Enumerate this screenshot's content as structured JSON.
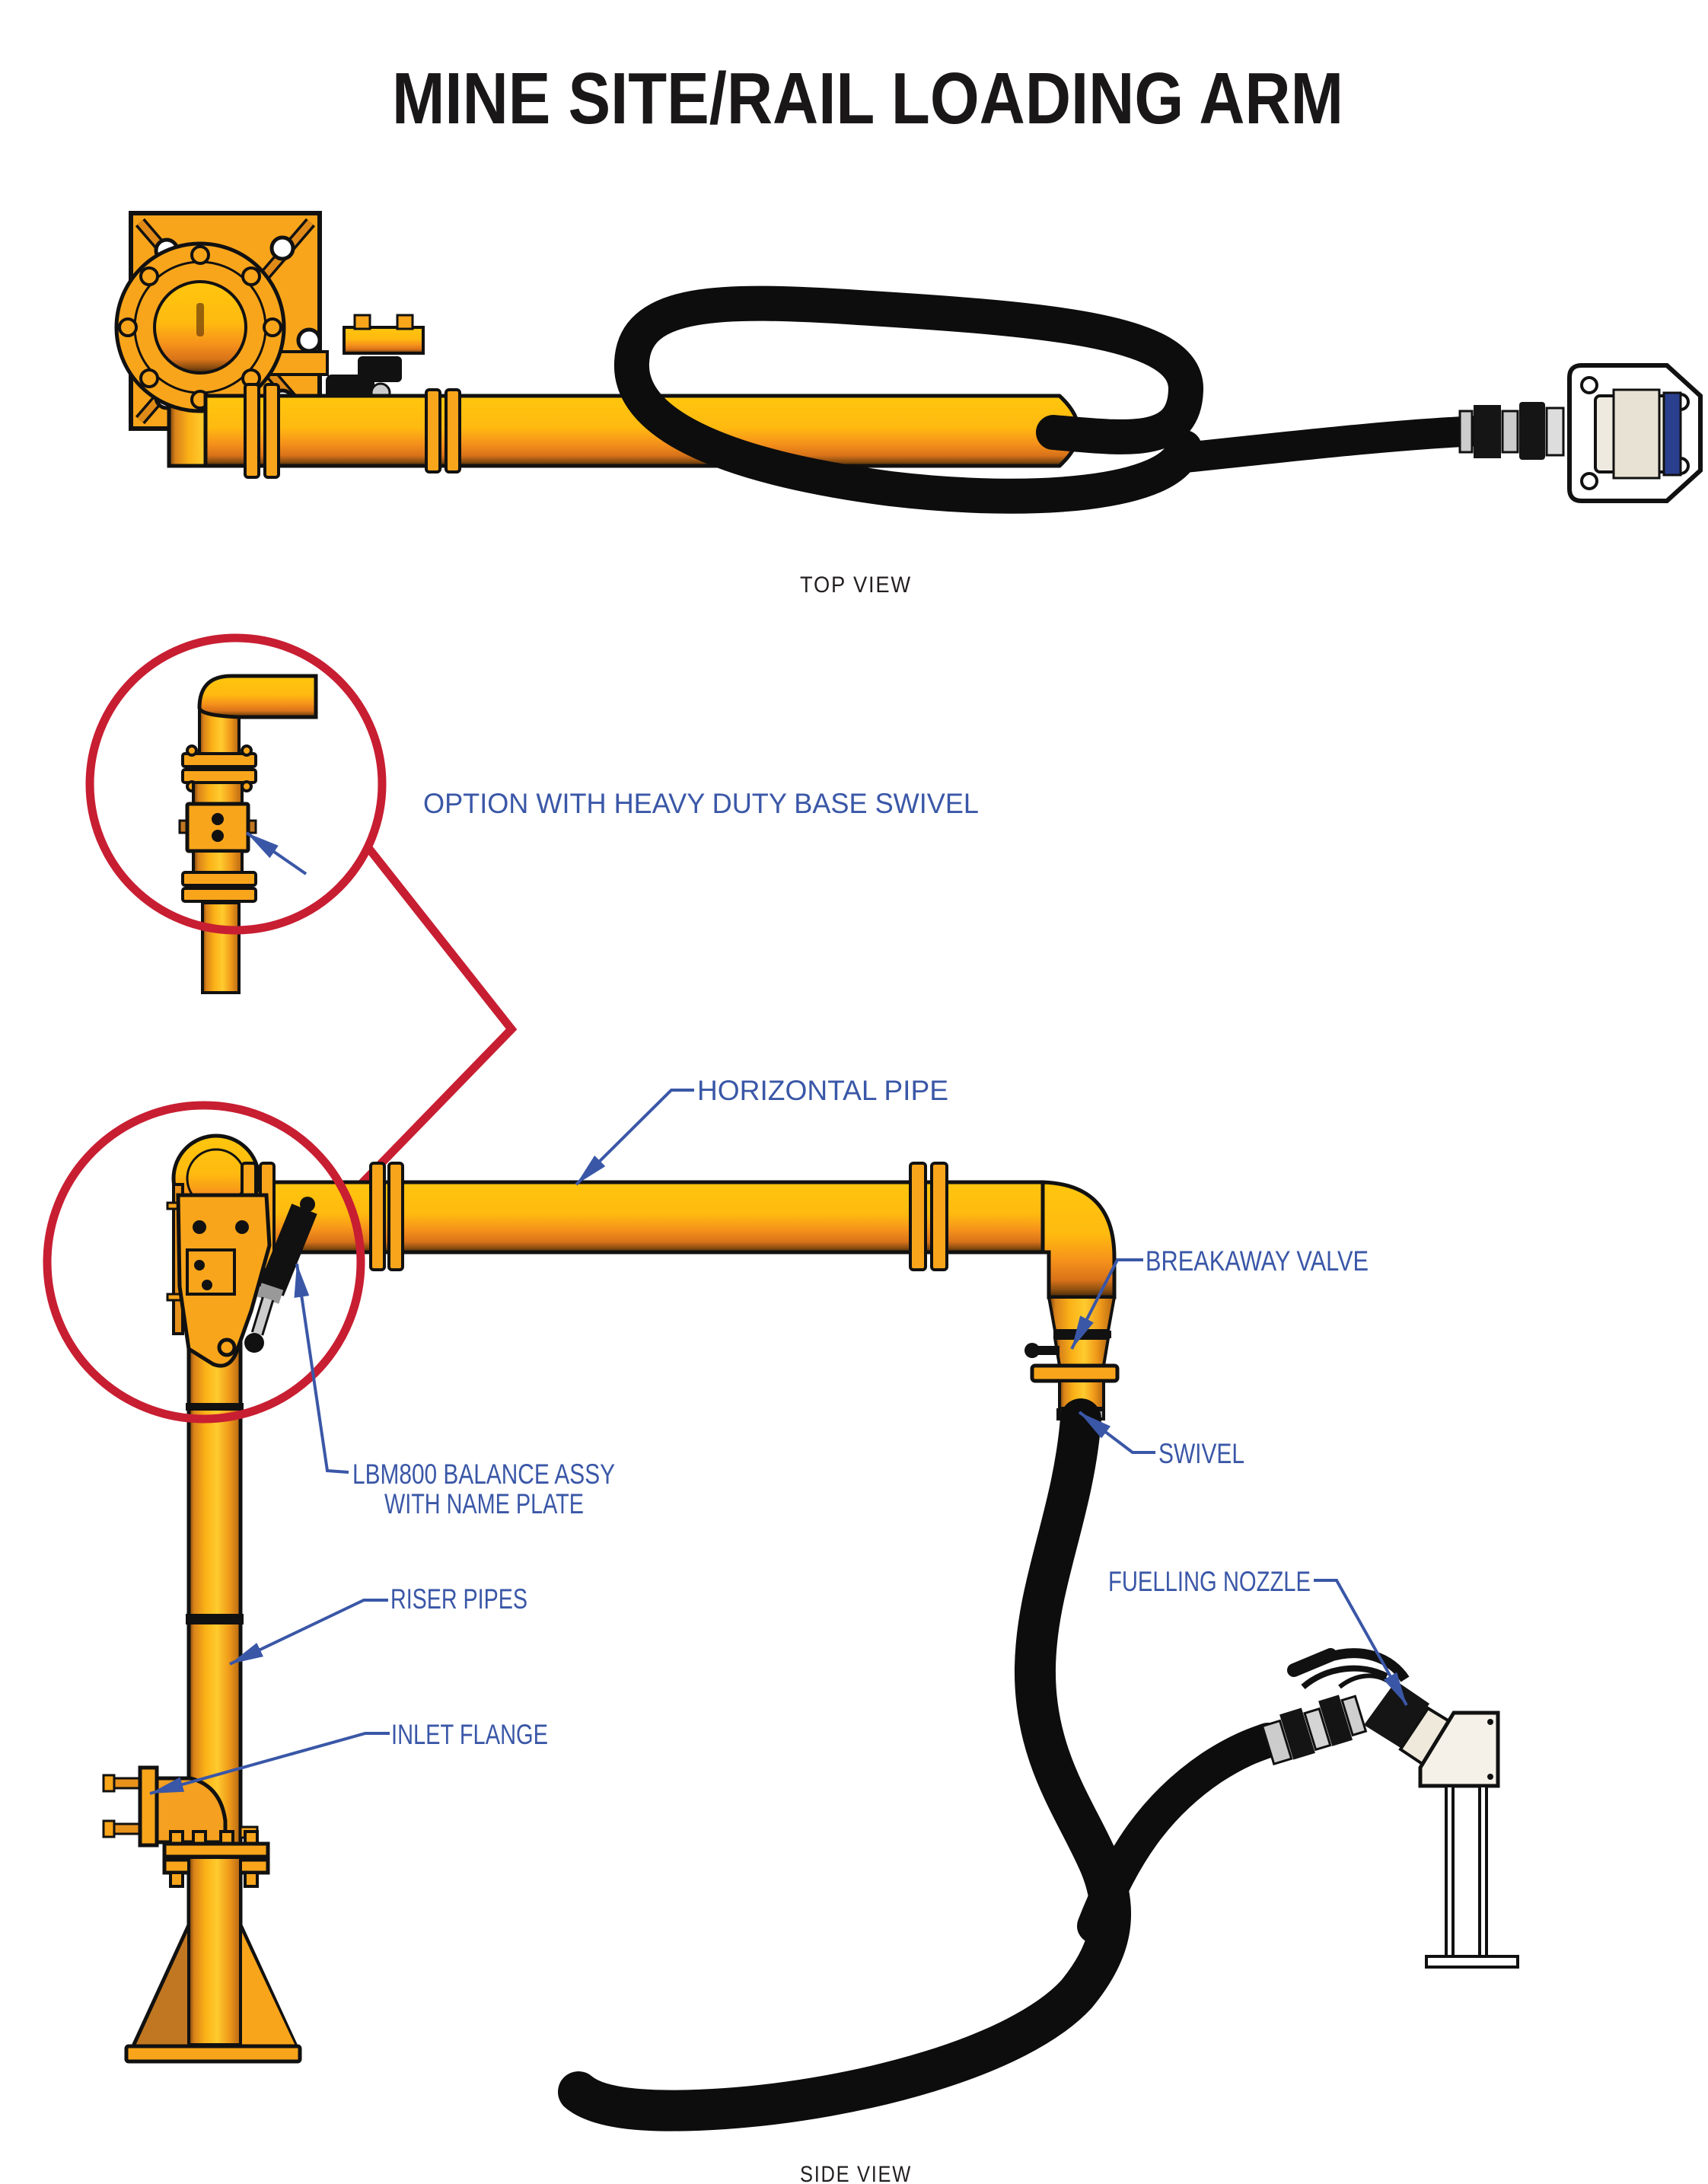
{
  "title": "MINE SITE/RAIL LOADING ARM",
  "top_view": {
    "caption": "TOP VIEW"
  },
  "side_view": {
    "caption": "SIDE VIEW"
  },
  "detail": {
    "note": "OPTION WITH HEAVY DUTY BASE SWIVEL"
  },
  "labels": {
    "horizontal_pipe": "HORIZONTAL PIPE",
    "breakaway_valve": "BREAKAWAY VALVE",
    "swivel": "SWIVEL",
    "balance_assy_line1": "LBM800 BALANCE ASSY",
    "balance_assy_line2": "WITH NAME PLATE",
    "riser_pipes": "RISER PIPES",
    "inlet_flange": "INLET FLANGE",
    "fuelling_nozzle": "FUELLING NOZZLE"
  },
  "colors": {
    "label_blue": "#3A57A7",
    "detail_red": "#C81E32",
    "caption_gray": "#231F20",
    "title_black": "#1A1718",
    "pipe_yellow": "#FFC60D",
    "pipe_orange": "#F6921B",
    "plate_orange": "#F9A51B",
    "hose_black": "#0D0D0D",
    "stand_cream": "#F5F1E8",
    "receptacle_blue": "#2B3F8F"
  }
}
